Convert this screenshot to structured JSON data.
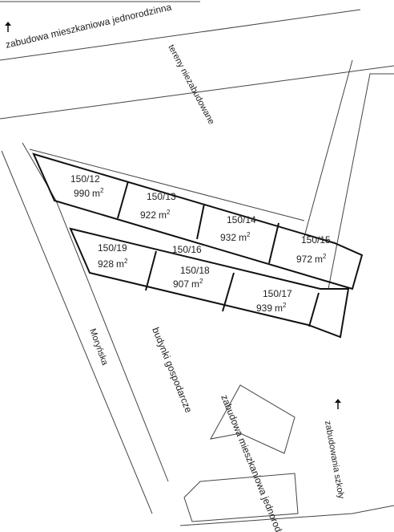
{
  "map": {
    "labels": {
      "top_left": "zabudowa mieszkaniowa jednorodzinna",
      "top_middle": "tereny niezabudowane",
      "street": "Moryńska",
      "center_low": "budynki gospodarcze",
      "bottom_right": "zabudowa mieszkaniowa jednorodzinna",
      "right": "zabudowania szkoły"
    },
    "parcels": [
      {
        "id": "150/12",
        "area": "990",
        "unit": "m",
        "sup": "2"
      },
      {
        "id": "150/13",
        "area": "922",
        "unit": "m",
        "sup": "2"
      },
      {
        "id": "150/14",
        "area": "932",
        "unit": "m",
        "sup": "2"
      },
      {
        "id": "150/15",
        "area": "972",
        "unit": "m",
        "sup": "2"
      },
      {
        "id": "150/19",
        "area": "928",
        "unit": "m",
        "sup": "2"
      },
      {
        "id": "150/18",
        "area": "907",
        "unit": "m",
        "sup": "2"
      },
      {
        "id": "150/17",
        "area": "939",
        "unit": "m",
        "sup": "2"
      }
    ],
    "road_parcel": {
      "id": "150/16"
    },
    "arrows": [
      "up-arrow",
      "up-arrow"
    ]
  }
}
